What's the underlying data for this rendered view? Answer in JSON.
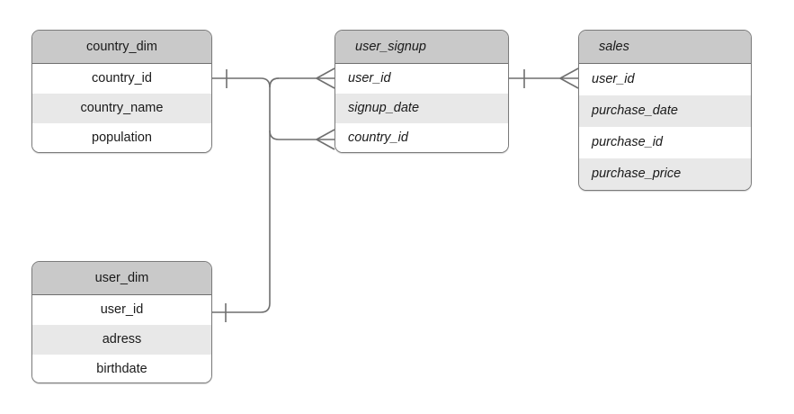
{
  "diagram": {
    "title": "",
    "type": "entity-relationship-diagram",
    "colors": {
      "header_fill": "#c9c9c9",
      "row_fill": "#ffffff",
      "row_alt_fill": "#e8e8e8",
      "border": "#7b7b7b",
      "connector": "#6f6f6f",
      "text": "#1a1a1a"
    },
    "entities": [
      {
        "id": "country_dim",
        "name": "country_dim",
        "style": "center-roman",
        "fields": [
          {
            "name": "country_id"
          },
          {
            "name": "country_name"
          },
          {
            "name": "population"
          }
        ]
      },
      {
        "id": "user_signup",
        "name": "user_signup",
        "style": "left-italic",
        "fields": [
          {
            "name": "user_id"
          },
          {
            "name": "signup_date"
          },
          {
            "name": "country_id"
          }
        ]
      },
      {
        "id": "sales",
        "name": "sales",
        "style": "left-italic",
        "fields": [
          {
            "name": "user_id"
          },
          {
            "name": "purchase_date"
          },
          {
            "name": "purchase_id"
          },
          {
            "name": "purchase_price"
          }
        ]
      },
      {
        "id": "user_dim",
        "name": "user_dim",
        "style": "center-roman",
        "fields": [
          {
            "name": "user_id"
          },
          {
            "name": "adress"
          },
          {
            "name": "birthdate"
          }
        ]
      }
    ],
    "relationships": [
      {
        "id": "country_dim-to-user_signup",
        "from_entity": "country_dim",
        "from_field": "country_id",
        "from_cardinality": "one",
        "to_entity": "user_signup",
        "to_field": "user_id",
        "to_cardinality": "many"
      },
      {
        "id": "user_dim-to-user_signup",
        "from_entity": "user_dim",
        "from_field": "user_id",
        "from_cardinality": "one",
        "to_entity": "user_signup",
        "to_field": "country_id",
        "to_cardinality": "many"
      },
      {
        "id": "user_signup-to-sales",
        "from_entity": "user_signup",
        "from_field": "user_id",
        "from_cardinality": "one",
        "to_entity": "sales",
        "to_field": "user_id",
        "to_cardinality": "many"
      }
    ]
  }
}
